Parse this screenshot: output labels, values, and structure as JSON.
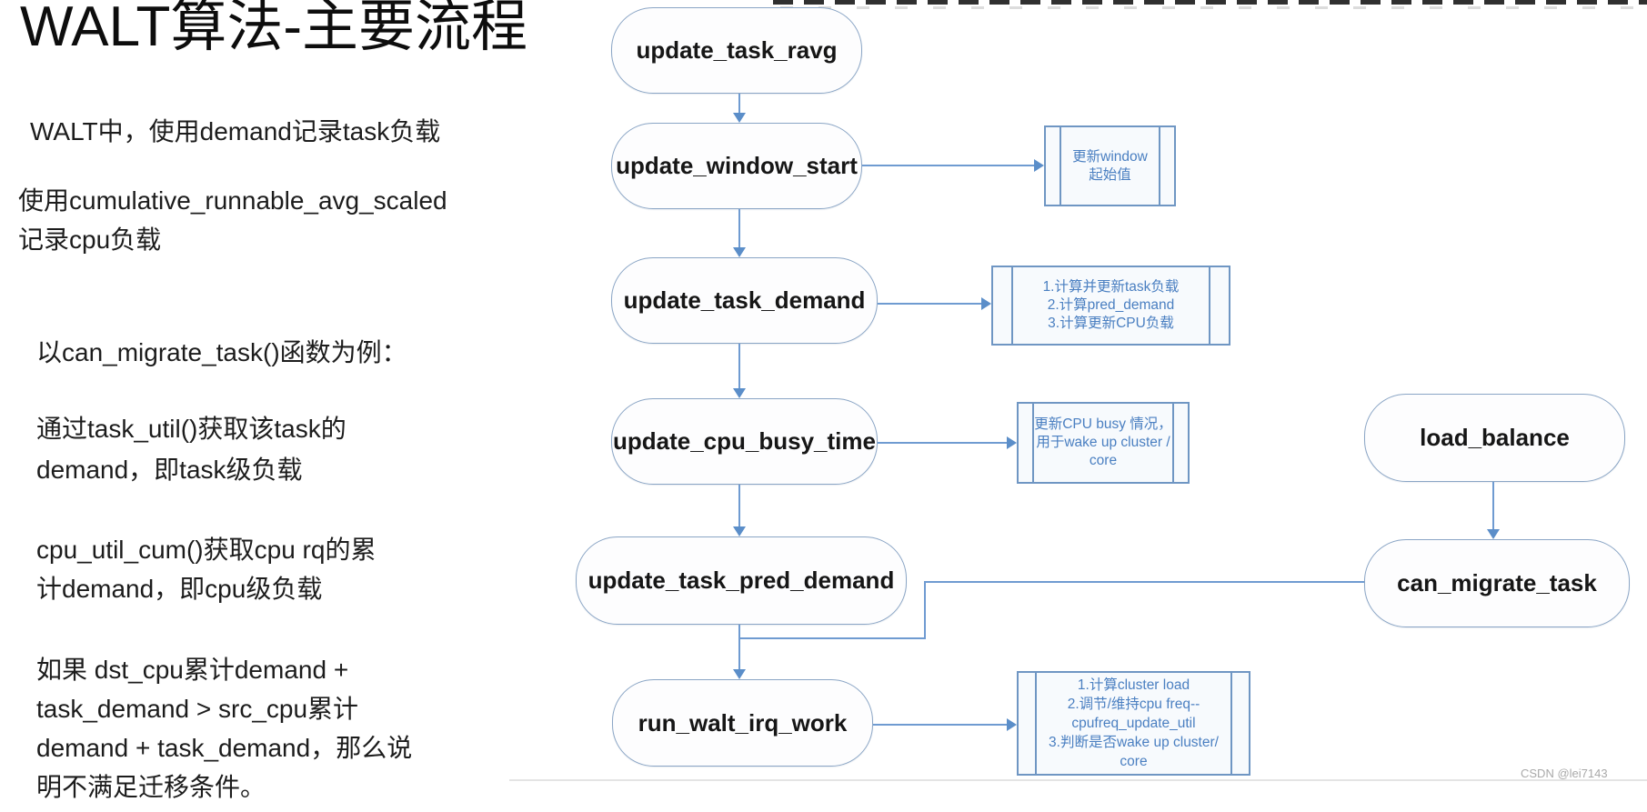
{
  "page": {
    "title": "WALT算法-主要流程",
    "watermark": "CSDN @lei7143"
  },
  "notes": [
    {
      "lines": [
        "WALT中，使用demand记录task负载"
      ]
    },
    {
      "lines": [
        "使用cumulative_runnable_avg_scaled",
        "记录cpu负载"
      ]
    },
    {
      "lines": [
        "以can_migrate_task()函数为例："
      ]
    },
    {
      "lines": [
        "通过task_util()获取该task的",
        "demand，即task级负载"
      ]
    },
    {
      "lines": [
        "cpu_util_cum()获取cpu rq的累",
        "计demand，即cpu级负载"
      ]
    },
    {
      "lines": [
        "如果 dst_cpu累计demand +",
        "task_demand > src_cpu累计",
        "demand + task_demand，那么说",
        "明不满足迁移条件。"
      ]
    }
  ],
  "flowchart": {
    "nodes": [
      {
        "label": "update_task_ravg"
      },
      {
        "label": "update_window_start"
      },
      {
        "label": "update_task_demand"
      },
      {
        "label": "update_cpu_busy_time"
      },
      {
        "label": "update_task_pred_demand"
      },
      {
        "label": "run_walt_irq_work"
      },
      {
        "label": "load_balance"
      },
      {
        "label": "can_migrate_task"
      }
    ],
    "annotations": [
      {
        "lines": [
          "更新window",
          "起始值"
        ]
      },
      {
        "lines": [
          "1.计算并更新task负载",
          "2.计算pred_demand",
          "3.计算更新CPU负载"
        ]
      },
      {
        "lines": [
          "更新CPU busy 情况，",
          "用于wake up cluster /",
          "core"
        ]
      },
      {
        "lines": [
          "1.计算cluster load",
          "2.调节/维持cpu freq--",
          "cpufreq_update_util",
          "3.判断是否wake up cluster/",
          "core"
        ]
      }
    ],
    "colors": {
      "accent_blue": "#4f81bd",
      "connector_blue": "#6f9bd1",
      "node_border": "#8aa5c5",
      "annotation_text": "#4a7fc1",
      "watermark_gray": "#a9a9a9"
    }
  }
}
